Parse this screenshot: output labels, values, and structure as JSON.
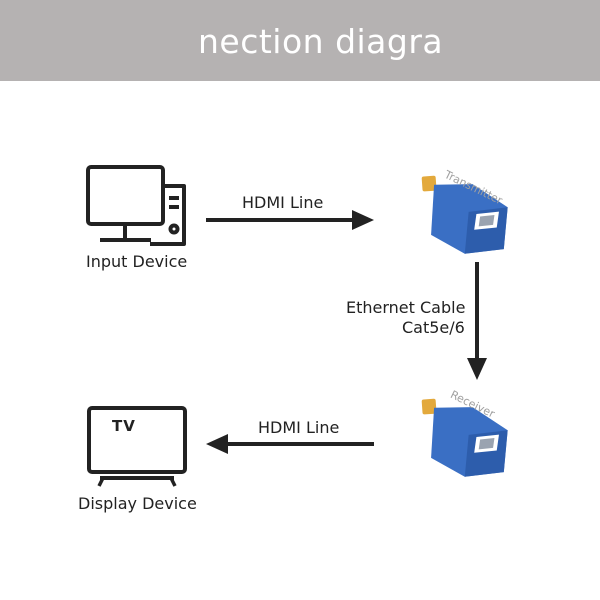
{
  "banner": {
    "title": "nection diagra",
    "background_color": "#b5b2b2",
    "text_color": "#ffffff"
  },
  "devices": {
    "input_label": "Input Device",
    "display_label": "Display Device",
    "tv_text": "TV"
  },
  "connections": {
    "top_cable_label": "HDMI Line",
    "bottom_cable_label": "HDMI Line",
    "vertical_cable_label_line1": "Ethernet Cable",
    "vertical_cable_label_line2": "Cat5e/6"
  },
  "extenders": {
    "transmitter_label": "Transmitter",
    "receiver_label": "Receiver",
    "body_color": "#3a6fc4",
    "connector_color": "#e3a93c"
  },
  "icons": [
    "computer-icon",
    "tv-icon",
    "transmitter-icon",
    "receiver-icon",
    "arrow-right-icon",
    "arrow-left-icon",
    "arrow-down-icon"
  ]
}
